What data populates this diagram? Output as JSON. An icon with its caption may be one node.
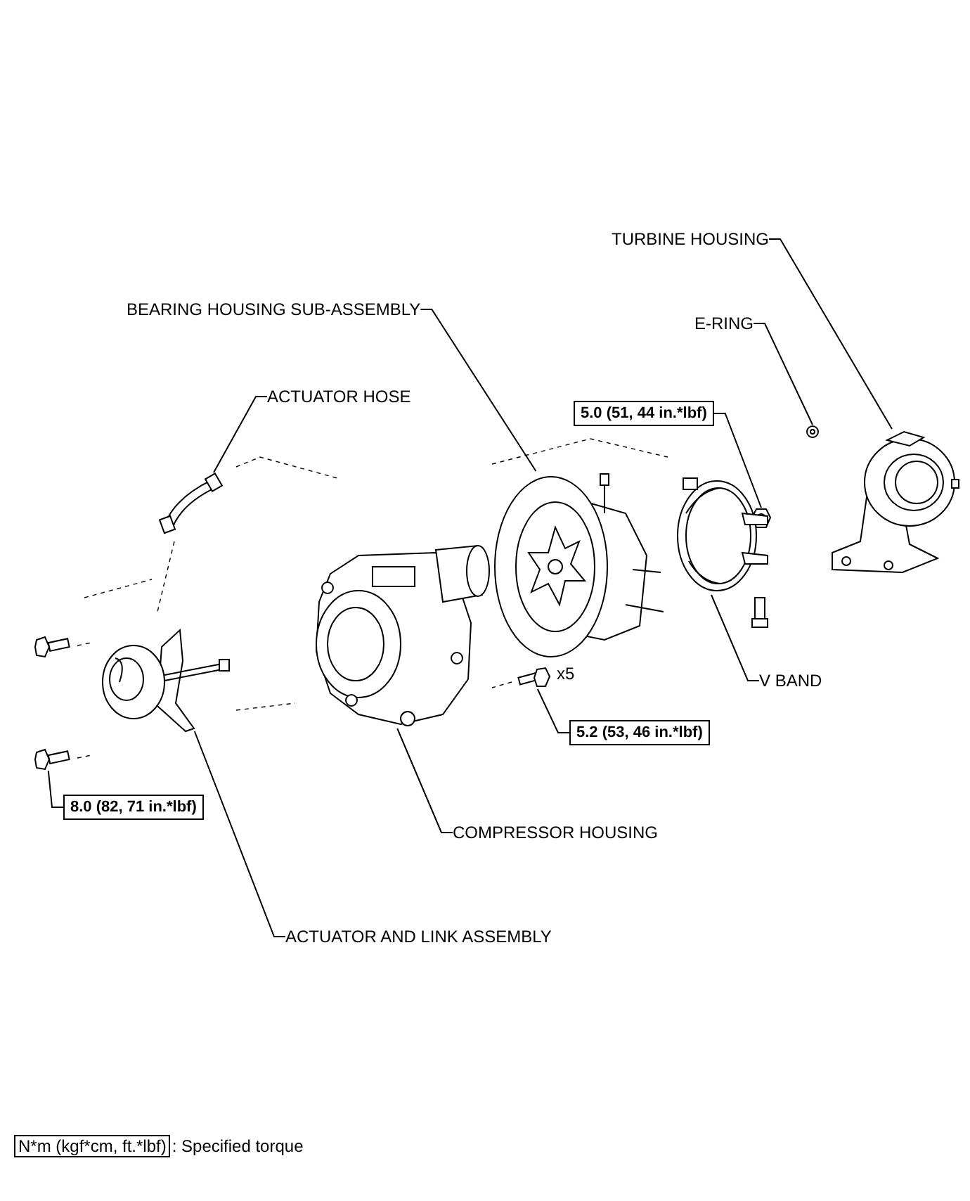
{
  "diagram": {
    "nodes": [
      {
        "text": [
          "TURBINE HOUSING"
        ]
      },
      {
        "text": [
          "BEARING HOUSING SUB-ASSEMBLY"
        ]
      },
      {
        "text": [
          "E-RING"
        ]
      },
      {
        "text": [
          "ACTUATOR HOSE"
        ]
      },
      {
        "text": [
          "5.0 (51, 44 in.*lbf)"
        ]
      },
      {
        "text": [
          "V BAND"
        ]
      },
      {
        "text": [
          "5.2 (53, 46 in.*lbf)"
        ]
      },
      {
        "text": [
          "8.0 (82, 71 in.*lbf)"
        ]
      },
      {
        "text": [
          "COMPRESSOR HOUSING"
        ]
      },
      {
        "text": [
          "ACTUATOR AND LINK ASSEMBLY"
        ]
      },
      {
        "text": [],
        "shape": "picture"
      },
      {
        "text": [],
        "shape": "picture"
      },
      {
        "text": [],
        "shape": "picture"
      },
      {
        "text": [],
        "shape": "picture"
      },
      {
        "text": [],
        "shape": "picture"
      },
      {
        "text": [],
        "shape": "picture"
      },
      {
        "text": [],
        "shape": "picture",
        "beside": [
          "x5"
        ]
      },
      {
        "text": [],
        "shape": "picture"
      },
      {
        "text": [],
        "shape": "picture"
      },
      {
        "text": [],
        "shape": "picture"
      }
    ],
    "edges": [
      {
        "from": 0,
        "to": 10,
        "arrow": "none"
      },
      {
        "from": 1,
        "to": 11,
        "arrow": "none"
      },
      {
        "from": 2,
        "to": 12,
        "arrow": "none"
      },
      {
        "from": 3,
        "to": 13,
        "arrow": "none"
      },
      {
        "from": 4,
        "to": 14,
        "arrow": "none"
      },
      {
        "from": 5,
        "to": 15,
        "arrow": "none"
      },
      {
        "from": 6,
        "to": 16,
        "arrow": "none"
      },
      {
        "from": 7,
        "to": 17,
        "arrow": "none"
      },
      {
        "from": 8,
        "to": 18,
        "arrow": "none"
      },
      {
        "from": 9,
        "to": 19,
        "arrow": "none"
      }
    ],
    "labels": [
      "N*m (kgf*cm, ft.*lbf)",
      ": Specified torque"
    ]
  }
}
